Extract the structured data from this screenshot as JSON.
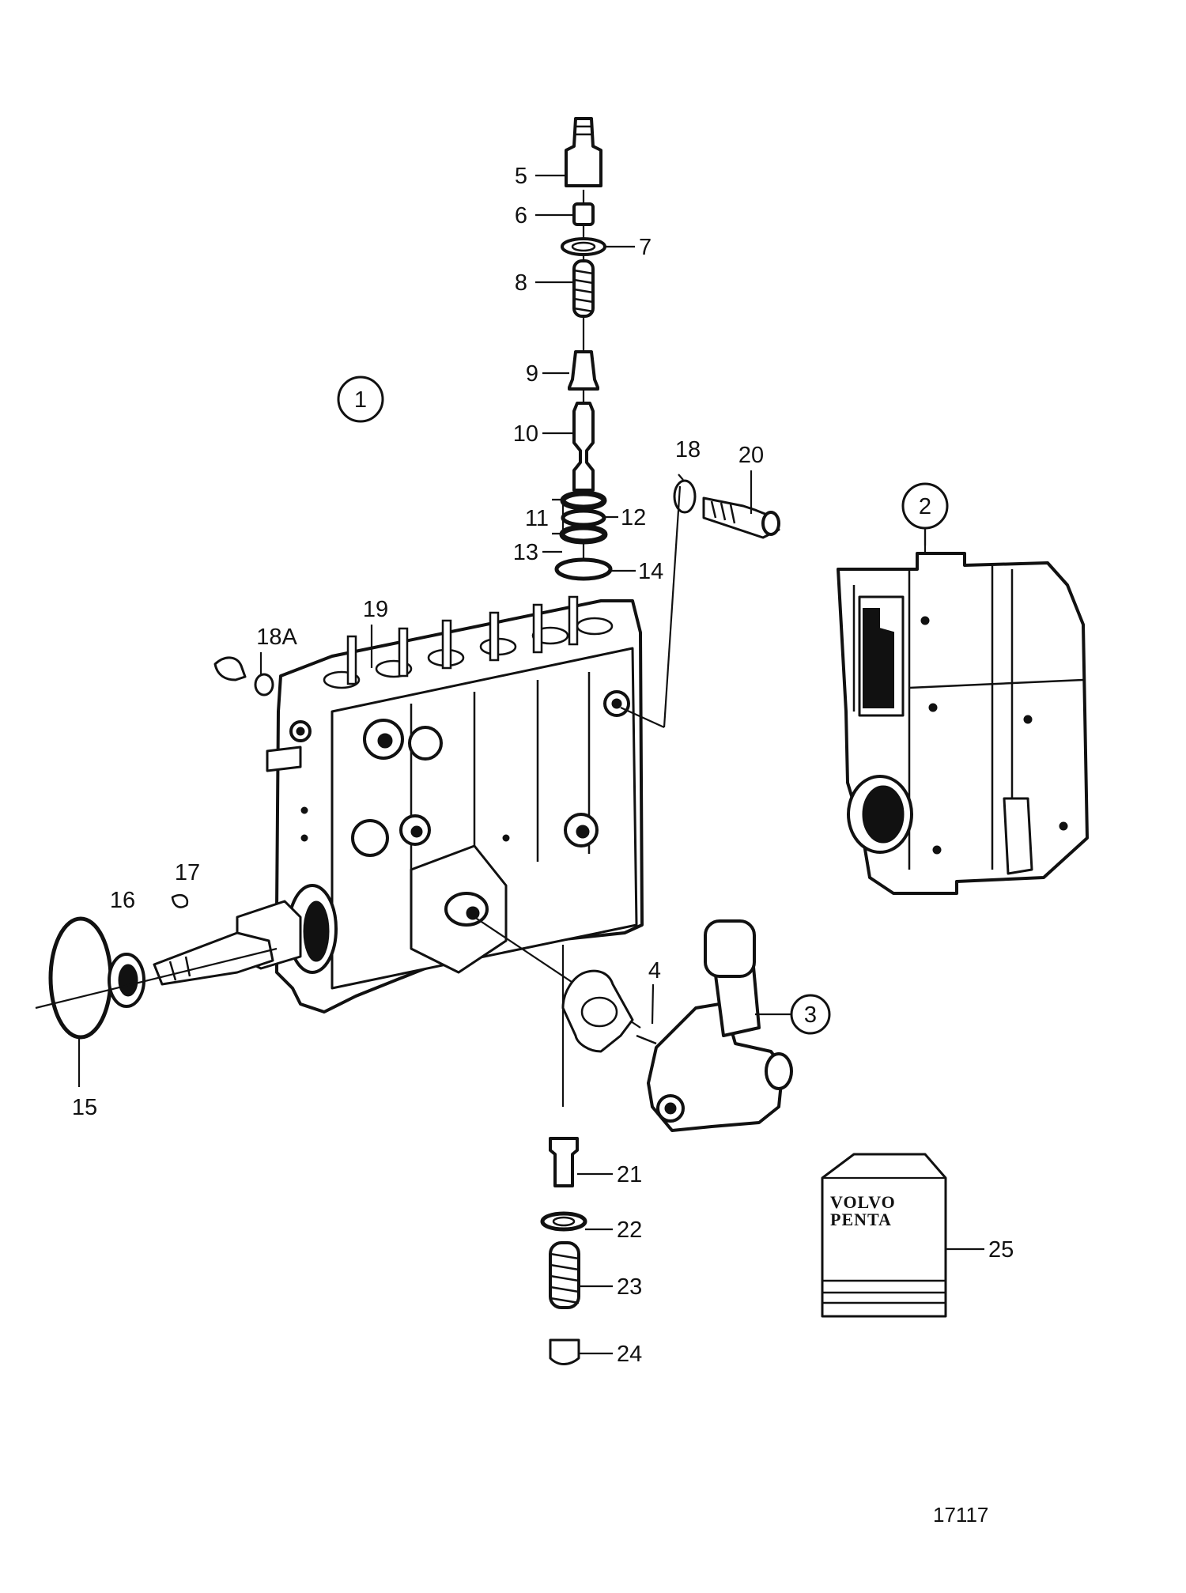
{
  "callouts": {
    "c1": "1",
    "c2": "2",
    "c3": "3",
    "c4": "4",
    "c5": "5",
    "c6": "6",
    "c7": "7",
    "c8": "8",
    "c9": "9",
    "c10": "10",
    "c11": "11",
    "c12": "12",
    "c13": "13",
    "c14": "14",
    "c15": "15",
    "c16": "16",
    "c17": "17",
    "c18": "18",
    "c18a": "18A",
    "c19": "19",
    "c20": "20",
    "c21": "21",
    "c22": "22",
    "c23": "23",
    "c24": "24",
    "c25": "25"
  },
  "manual": {
    "brand_line1": "VOLVO",
    "brand_line2": "PENTA"
  },
  "figure_number": "17117"
}
